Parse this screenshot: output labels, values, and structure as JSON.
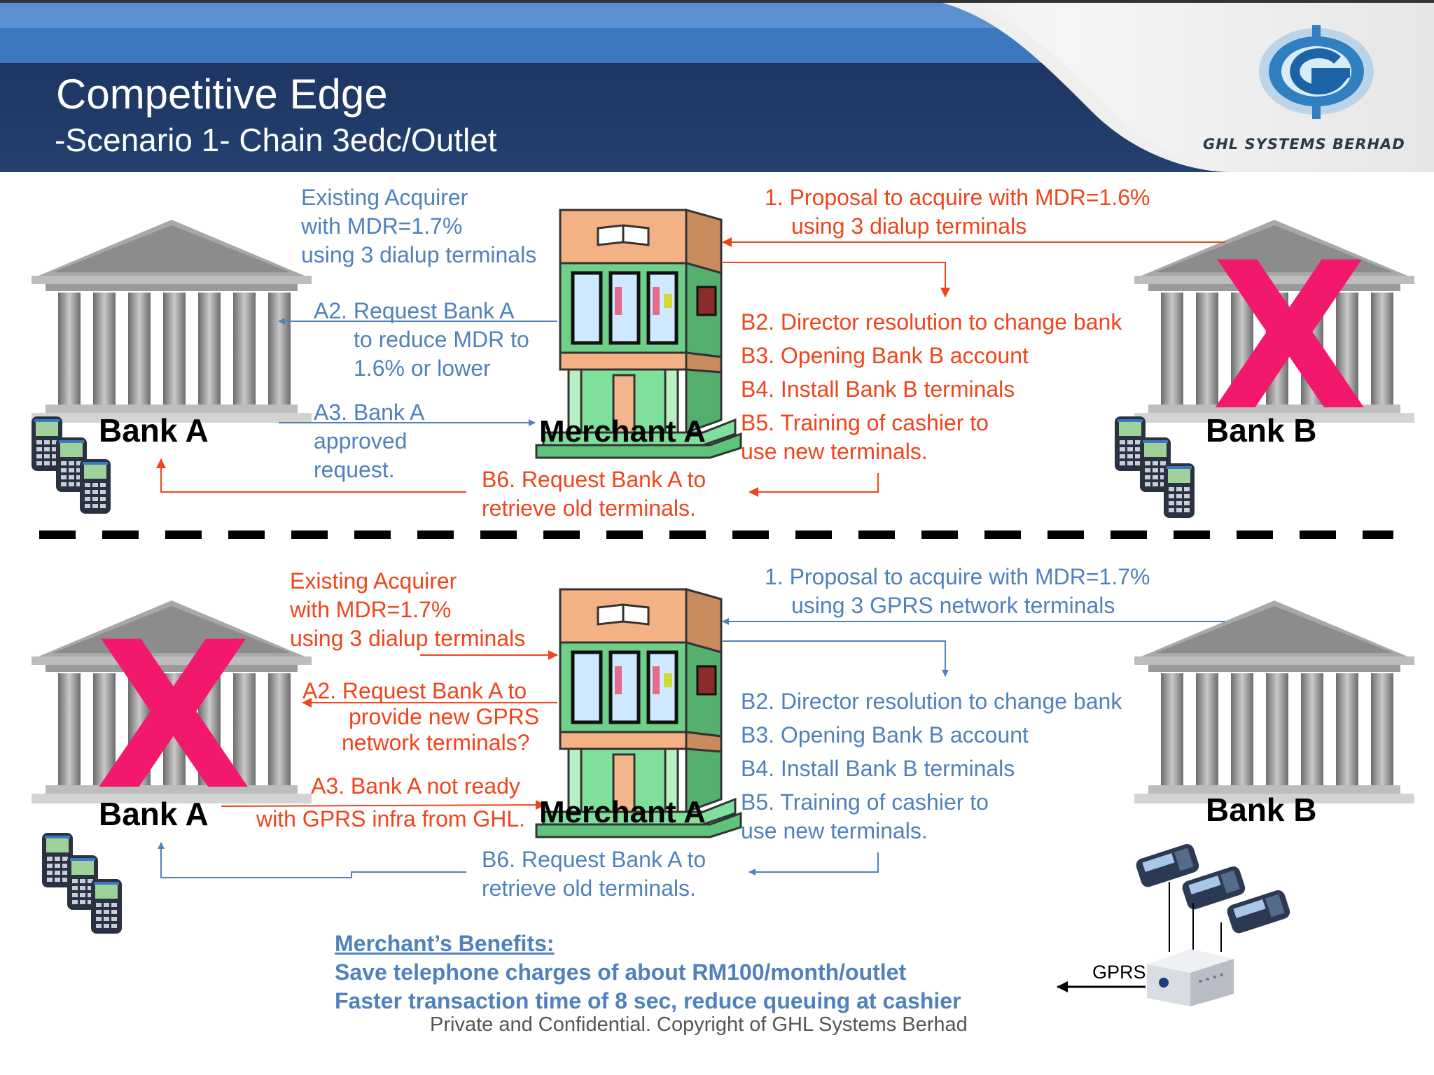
{
  "header": {
    "title": "Competitive Edge",
    "subtitle": "-Scenario 1- Chain 3edc/Outlet",
    "logo_text": "GHL SYSTEMS BERHAD"
  },
  "colors": {
    "header_navy": "#1f3864",
    "header_blue": "#3b78bd",
    "blue_text": "#4f81bd",
    "red_text": "#f0441c",
    "x_mark": "#f2186e"
  },
  "top": {
    "bank_a": "Bank A",
    "bank_b": "Bank B",
    "merchant": "Merchant A",
    "existing": [
      "Existing Acquirer",
      "with MDR=1.7%",
      "using 3 dialup terminals"
    ],
    "proposal": [
      "1. Proposal to acquire with MDR=1.6%",
      "using 3 dialup terminals"
    ],
    "a2": [
      "A2. Request Bank A",
      "to reduce MDR to",
      "1.6% or lower"
    ],
    "a3": [
      "A3. Bank A",
      "approved",
      "request."
    ],
    "b_steps": [
      "B2. Director resolution to change bank",
      "B3. Opening Bank B account",
      "B4. Install Bank B terminals",
      "B5. Training of cashier to",
      "use new terminals."
    ],
    "b6": [
      "B6. Request Bank A to",
      "retrieve old terminals."
    ],
    "x_mark": "X"
  },
  "bottom": {
    "bank_a": "Bank A",
    "bank_b": "Bank B",
    "merchant": "Merchant A",
    "existing": [
      "Existing Acquirer",
      "with MDR=1.7%",
      "using 3 dialup terminals"
    ],
    "proposal": [
      "1. Proposal to acquire with MDR=1.7%",
      "using 3 GPRS network  terminals"
    ],
    "a2": [
      "A2. Request Bank A to",
      "provide new GPRS",
      "network terminals?"
    ],
    "a3": [
      "A3. Bank A not ready",
      "with GPRS infra from GHL."
    ],
    "b_steps": [
      "B2. Director resolution to change bank",
      "B3. Opening Bank B account",
      "B4. Install Bank B terminals",
      "B5. Training of cashier to",
      "use new terminals."
    ],
    "b6": [
      "B6. Request Bank A to",
      "retrieve old terminals."
    ],
    "x_mark": "X",
    "gprs_label": "GPRS"
  },
  "benefits": {
    "heading": "Merchant’s Benefits:",
    "lines": [
      "Save telephone charges of about RM100/month/outlet",
      "Faster transaction time of 8 sec, reduce queuing at cashier"
    ]
  },
  "footer": "Private and Confidential. Copyright of GHL Systems Berhad"
}
